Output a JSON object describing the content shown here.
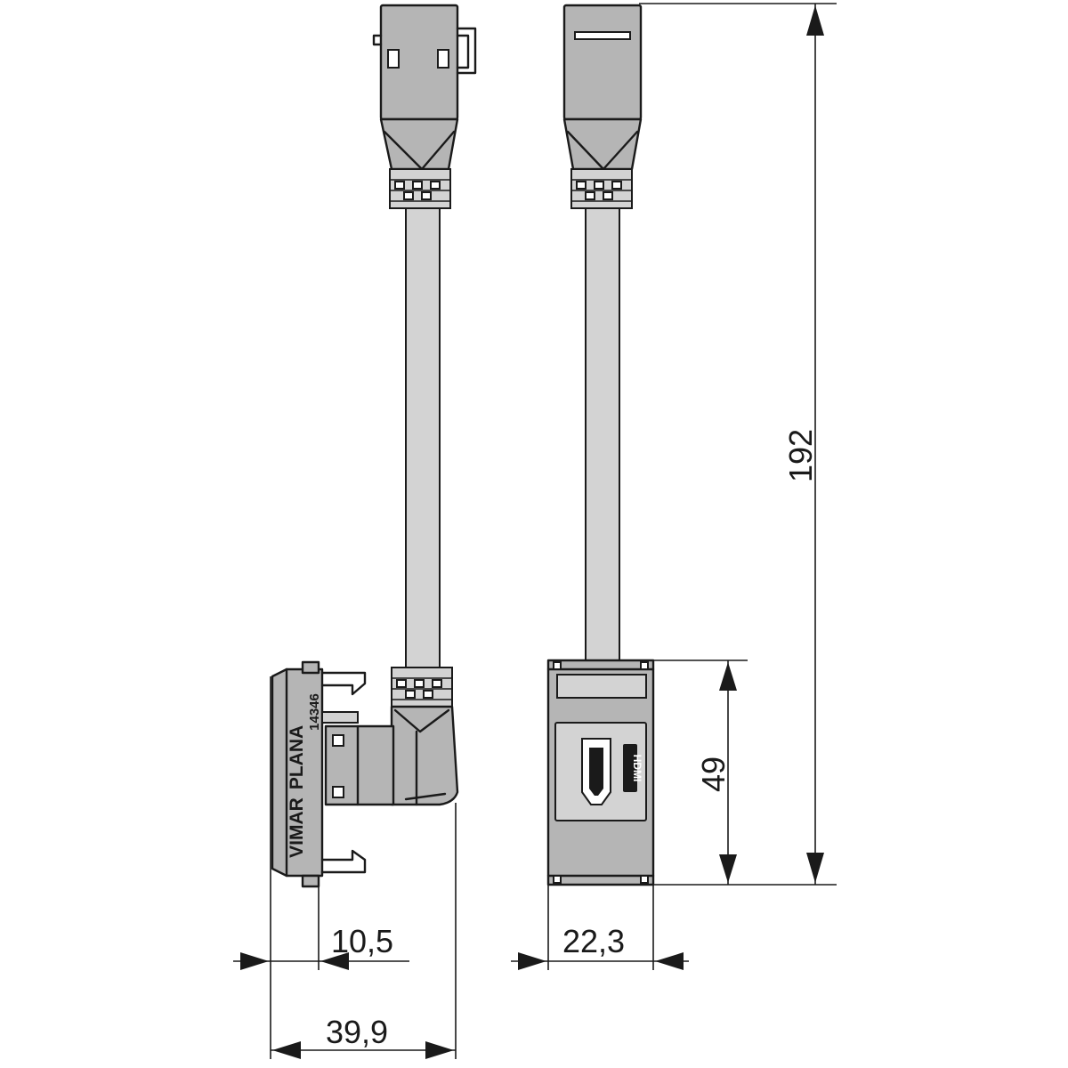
{
  "labels": {
    "brand": "VIMAR",
    "series": "PLANA",
    "code": "14346",
    "port": "HDMI"
  },
  "dimensions": {
    "total_height": "192",
    "module_height": "49",
    "front_depth": "10,5",
    "total_depth": "39,9",
    "module_width": "22,3"
  },
  "colors": {
    "body_fill": "#b5b5b5",
    "light_fill": "#d3d3d3",
    "line": "#1a1a1a",
    "background": "#ffffff"
  }
}
